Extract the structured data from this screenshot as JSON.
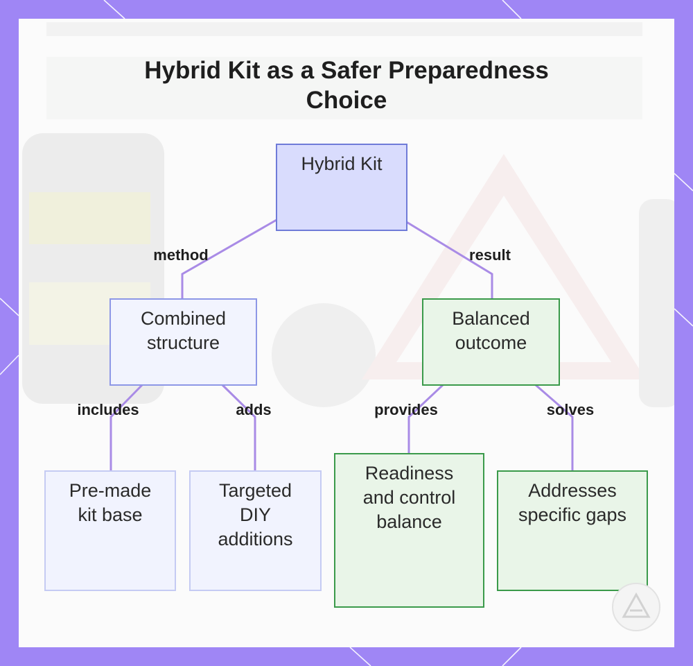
{
  "title": "Hybrid Kit as a Safer Preparedness Choice",
  "nodes": {
    "root": "Hybrid Kit",
    "combined": "Combined structure",
    "balanced": "Balanced outcome",
    "premade": "Pre-made kit base",
    "targeted": "Targeted DIY additions",
    "readiness": "Readiness and control balance",
    "addresses": "Addresses specific gaps"
  },
  "edges": {
    "method": "method",
    "result": "result",
    "includes": "includes",
    "adds": "adds",
    "provides": "provides",
    "solves": "solves"
  },
  "colors": {
    "frame": "#9f86f5",
    "connector": "#a98be6",
    "root_fill": "#d9dcfd",
    "blue_border": "#6f7bd8",
    "green_fill": "#e9f5e8",
    "green_border": "#3a9a4a"
  }
}
